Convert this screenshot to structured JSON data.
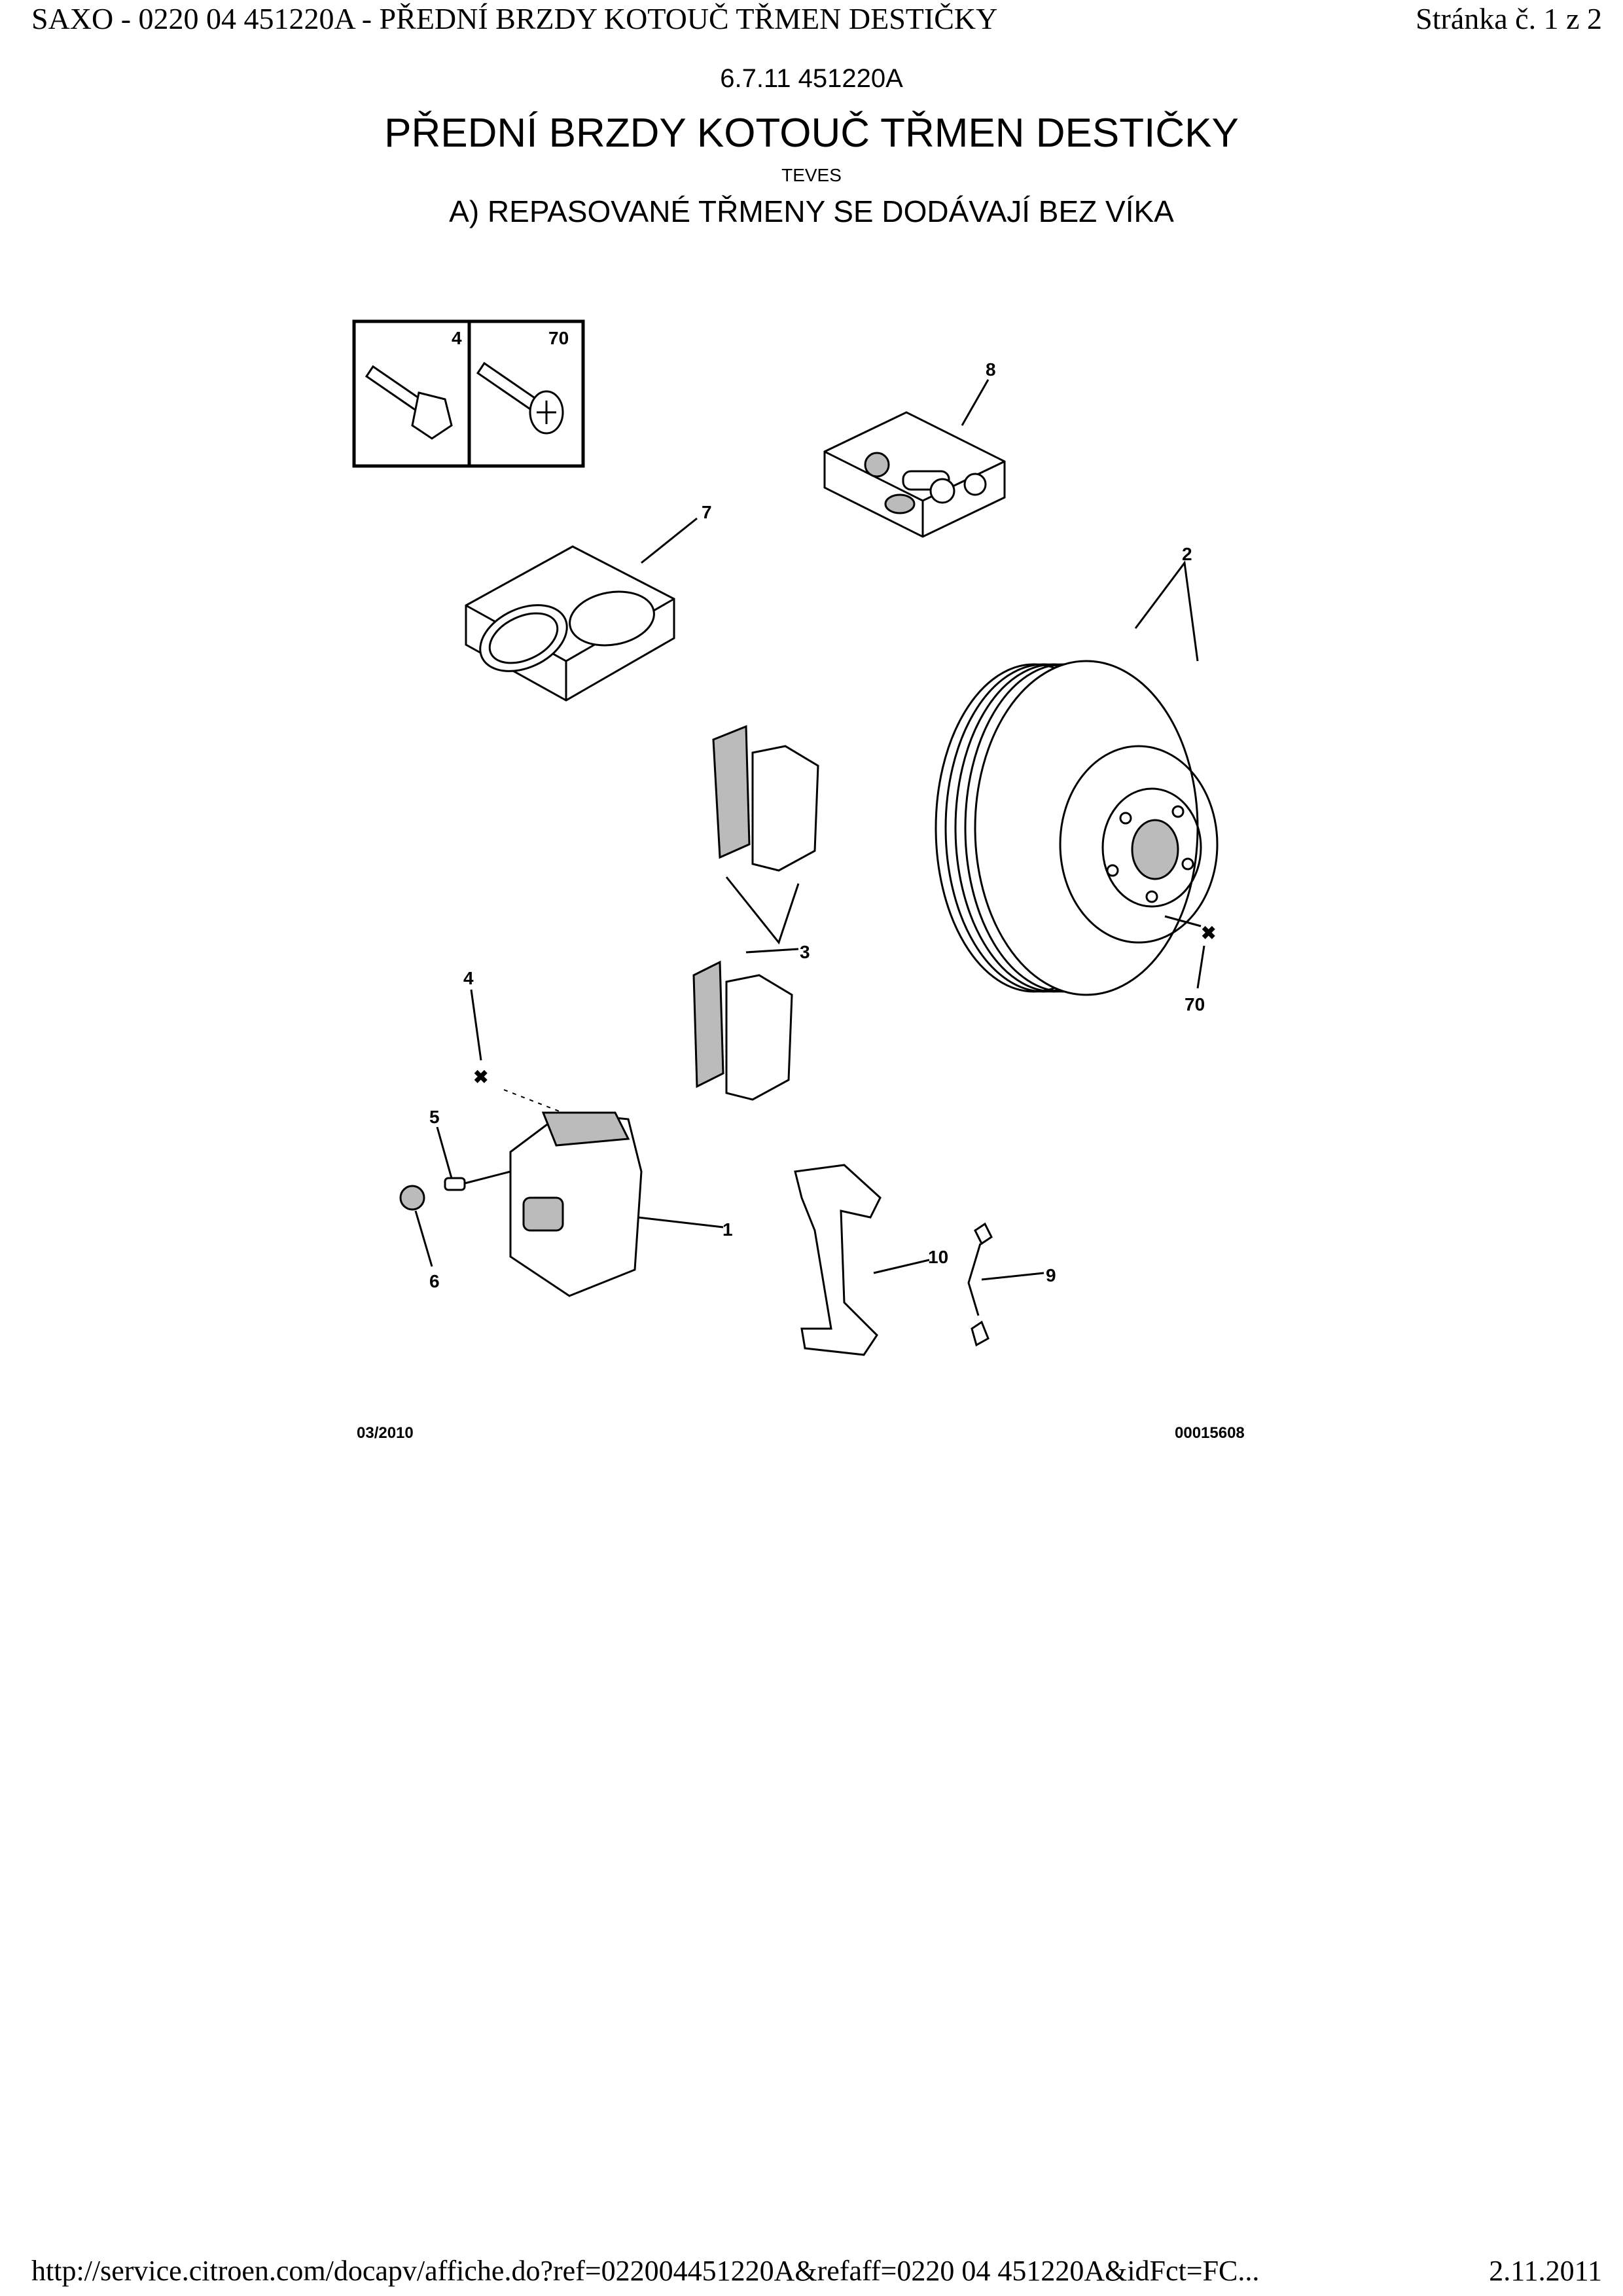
{
  "header": {
    "left": "SAXO - 0220 04 451220A - PŘEDNÍ BRZDY KOTOUČ TŘMEN DESTIČKY",
    "right": "Stránka č. 1 z 2"
  },
  "document": {
    "code": "6.7.11 451220A",
    "title": "PŘEDNÍ BRZDY KOTOUČ TŘMEN DESTIČKY",
    "maker": "TEVES",
    "note": "A) REPASOVANÉ TŘMENY SE DODÁVAJÍ BEZ VÍKA"
  },
  "diagram": {
    "inset_labels": [
      "4",
      "70"
    ],
    "callouts": {
      "caliper": "1",
      "disc": "2",
      "pads": "3",
      "bolt": "4",
      "bleed_screw": "5",
      "cap": "6",
      "seal_kit": "7",
      "guide_kit": "8",
      "wear_sensor": "9",
      "carrier": "10",
      "disc_screw": "70"
    },
    "date": "03/2010",
    "ref": "00015608"
  },
  "footer": {
    "url": "http://service.citroen.com/docapv/affiche.do?ref=022004451220A&refaff=0220 04 451220A&idFct=FC...",
    "date": "2.11.2011"
  }
}
